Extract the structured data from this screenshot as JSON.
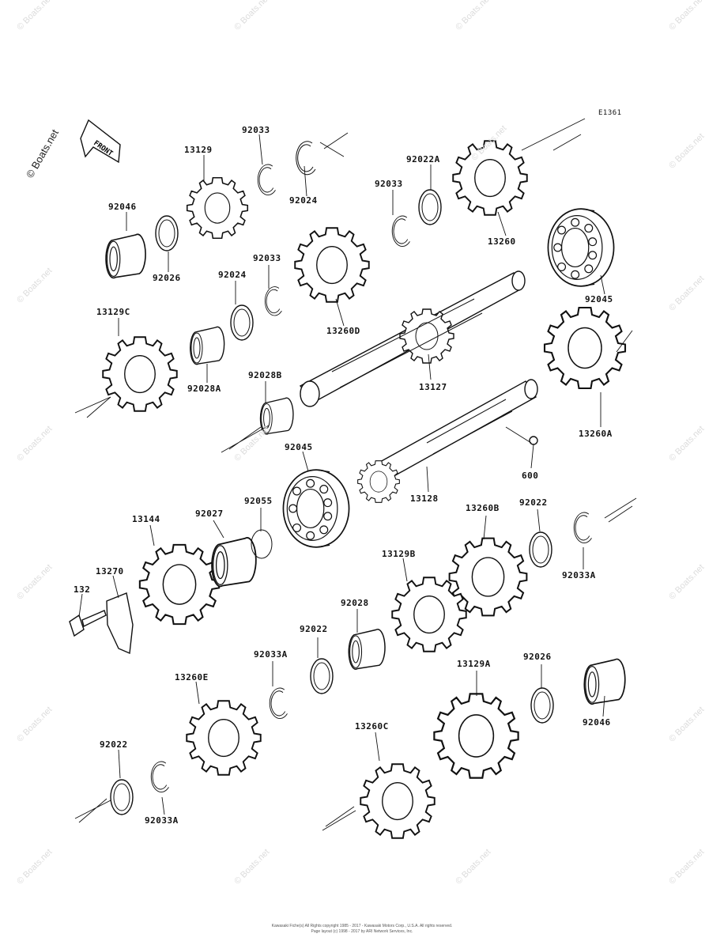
{
  "diagram_id": "E1361",
  "watermark": "© Boats.net",
  "front_label": "FRONT",
  "copyright_line1": "Kawasaki Fiche(s) All Rights copyright 1985 - 2017 - Kawasaki Motors Corp., U.S.A. All rights reserved.",
  "copyright_line2": "Page layout (c) 1998 - 2017 by ARI Network Services, Inc.",
  "labels": {
    "p13129": "13129",
    "p92033_top": "92033",
    "p92024_top": "92024",
    "p92046_left": "92046",
    "p92026_left": "92026",
    "p92022A": "92022A",
    "p92033_mid": "92033",
    "p13260": "13260",
    "p92045_right": "92045",
    "p92024_mid": "92024",
    "p92033_mid2": "92033",
    "p13260D": "13260D",
    "p13129C": "13129C",
    "p92028A": "92028A",
    "p13127": "13127",
    "p92028B": "92028B",
    "p13260A": "13260A",
    "p92045_mid": "92045",
    "p600": "600",
    "p13128": "13128",
    "p13144": "13144",
    "p92027": "92027",
    "p92055": "92055",
    "p13260B": "13260B",
    "p92022_right": "92022",
    "p13270": "13270",
    "p132": "132",
    "p13129B": "13129B",
    "p92033A_right": "92033A",
    "p92028": "92028",
    "p92022_mid": "92022",
    "p92033A_mid": "92033A",
    "p13260E": "13260E",
    "p13129A": "13129A",
    "p92026_right": "92026",
    "p92046_right": "92046",
    "p13260C": "13260C",
    "p92022_left": "92022",
    "p92033A_left": "92033A"
  }
}
